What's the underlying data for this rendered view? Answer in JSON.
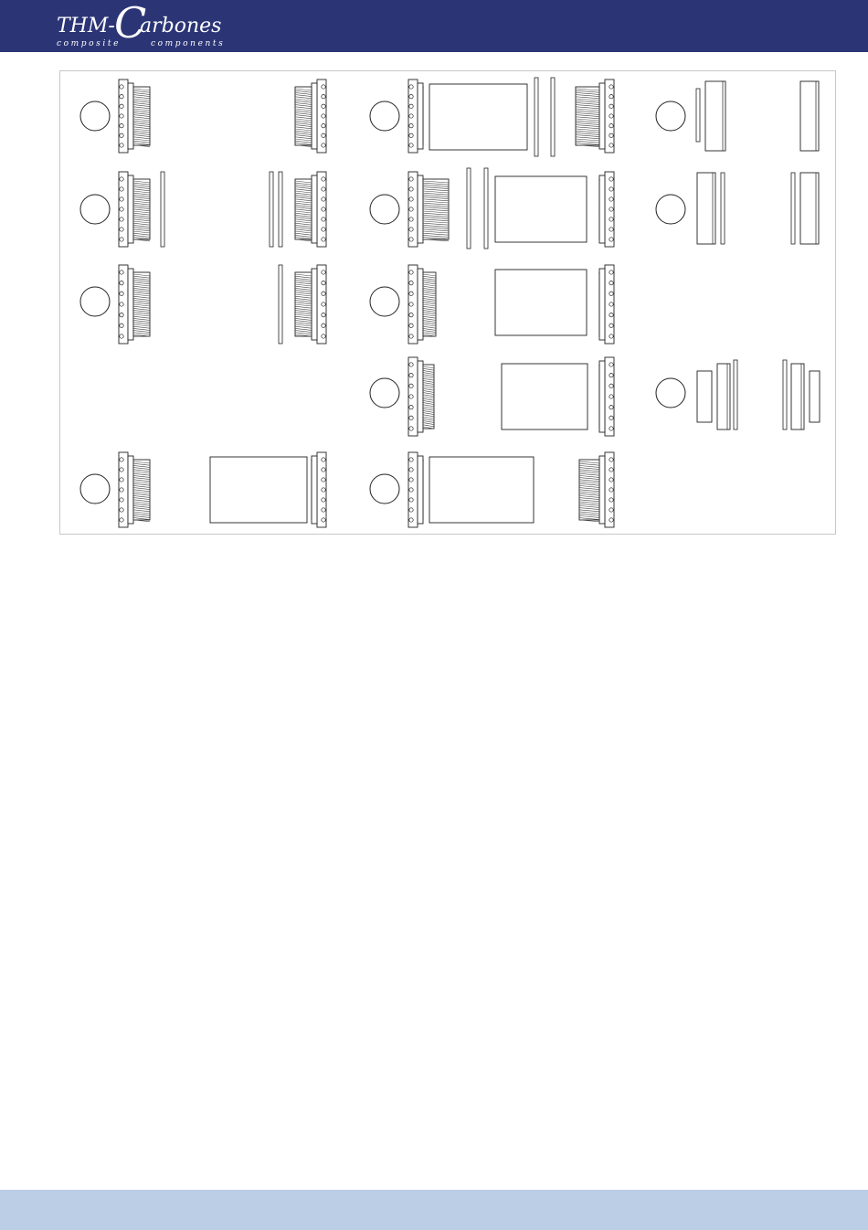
{
  "brand": {
    "title_prefix": "THM-",
    "title_big_letter": "C",
    "title_suffix": "arbones",
    "tagline_left": "composite",
    "tagline_right": "components",
    "header_color": "#2b3576",
    "footer_color": "#bccde6"
  },
  "diagram": {
    "description_visible_text": "",
    "rows": 5,
    "columns": 3
  }
}
